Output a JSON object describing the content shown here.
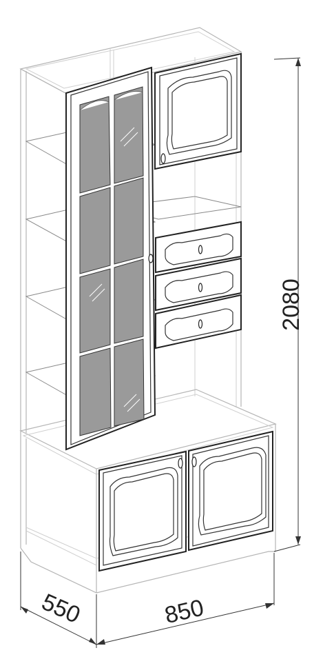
{
  "dimensions": {
    "height": "2080",
    "width": "850",
    "depth": "550"
  }
}
